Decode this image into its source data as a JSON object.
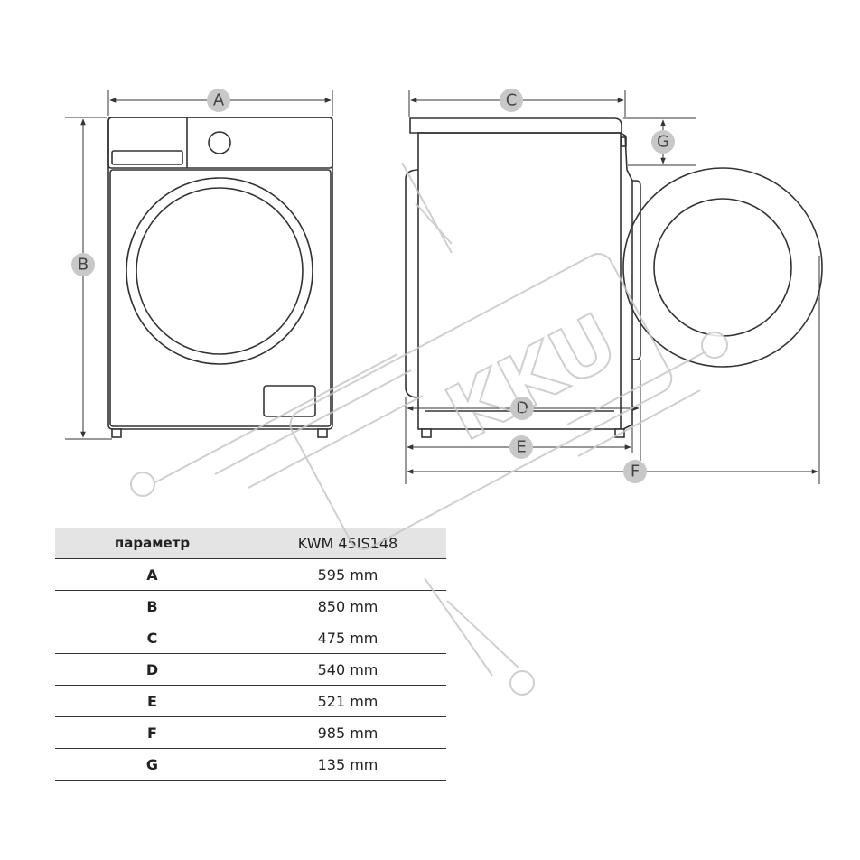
{
  "dimension_labels": [
    "A",
    "B",
    "C",
    "D",
    "E",
    "F",
    "G"
  ],
  "table": {
    "header": {
      "param": "параметр",
      "model": "KWM 45IS148"
    },
    "rows": [
      {
        "key": "A",
        "value": "595 mm"
      },
      {
        "key": "B",
        "value": "850 mm"
      },
      {
        "key": "C",
        "value": "475 mm"
      },
      {
        "key": "D",
        "value": "540 mm"
      },
      {
        "key": "E",
        "value": "521 mm"
      },
      {
        "key": "F",
        "value": "985 mm"
      },
      {
        "key": "G",
        "value": "135 mm"
      }
    ]
  },
  "watermark": {
    "text": "KKU"
  },
  "colors": {
    "line": "#333333",
    "label_bg": "#c8c8c8",
    "watermark": "#c7c7c7",
    "header_bg": "#e4e4e4"
  }
}
